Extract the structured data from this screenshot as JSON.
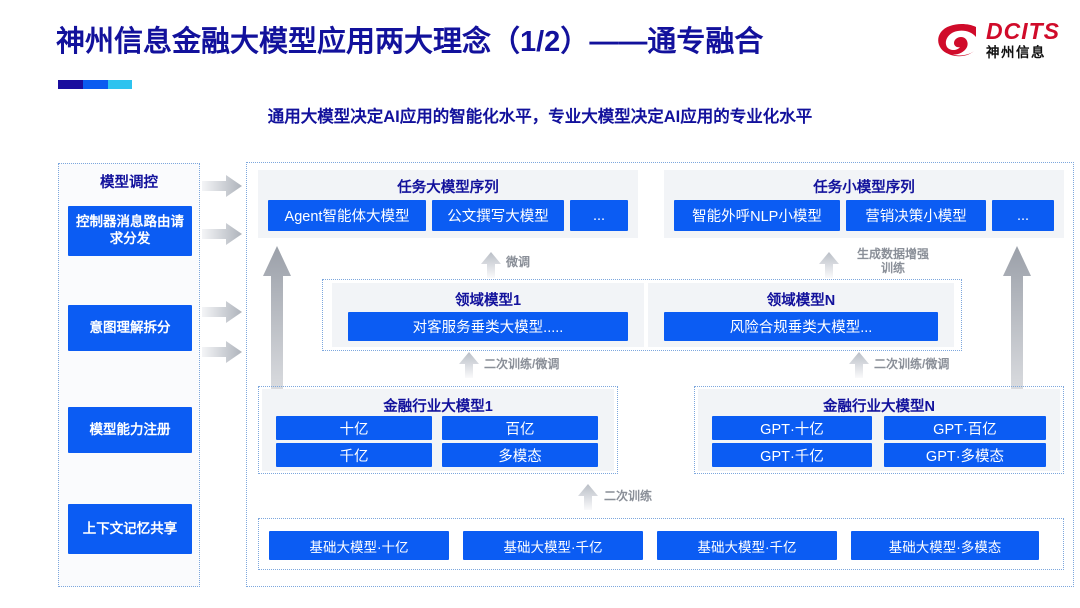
{
  "header": {
    "title": "神州信息金融大模型应用两大理念（1/2）——通专融合",
    "subtitle": "通用大模型决定AI应用的智能化水平，专业大模型决定AI应用的专业化水平",
    "accent_colors": [
      "#1a0d9e",
      "#0a5bf0",
      "#2ec3ef"
    ],
    "title_color": "#12119c"
  },
  "logo": {
    "icon": "dcits-swirl-logo",
    "en": "DCITS",
    "cn": "神州信息",
    "color": "#d00b2a"
  },
  "sidebar": {
    "title": "模型调控",
    "items": [
      {
        "label": "控制器消息路由请求分发"
      },
      {
        "label": "意图理解拆分"
      },
      {
        "label": "模型能力注册"
      },
      {
        "label": "上下文记忆共享"
      }
    ]
  },
  "connectors": {
    "sidebar_arrows": 4,
    "arrow_color": "#b8bcc4"
  },
  "groups": {
    "task_big": {
      "title": "任务大模型序列",
      "chips": [
        "Agent智能体大模型",
        "公文撰写大模型",
        "..."
      ]
    },
    "task_small": {
      "title": "任务小模型序列",
      "chips": [
        "智能外呼NLP小模型",
        "营销决策小模型",
        "..."
      ]
    },
    "domain_1": {
      "title": "领域模型1",
      "chips": [
        "对客服务垂类大模型....."
      ]
    },
    "domain_n": {
      "title": "领域模型N",
      "chips": [
        "风险合规垂类大模型..."
      ]
    },
    "finance_1": {
      "title": "金融行业大模型1",
      "chips": [
        "十亿",
        "百亿",
        "千亿",
        "多模态"
      ]
    },
    "finance_n": {
      "title": "金融行业大模型N",
      "chips": [
        "GPT·十亿",
        "GPT·百亿",
        "GPT·千亿",
        "GPT·多模态"
      ]
    },
    "base": {
      "chips": [
        "基础大模型·十亿",
        "基础大模型·千亿",
        "基础大模型·千亿",
        "基础大模型·多模态"
      ]
    }
  },
  "flow_labels": {
    "fine_tune": "微调",
    "gen_data_aug": "生成数据增强\n训练",
    "retrain_tune_left": "二次训练/微调",
    "retrain_tune_right": "二次训练/微调",
    "retrain": "二次训练"
  },
  "colors": {
    "chip_blue": "#0b5cf3",
    "panel_gray": "#f2f4f7",
    "dotted_border": "#7da7dd",
    "arrow_gray": "#b8bcc4",
    "label_gray": "#8a8f98"
  }
}
